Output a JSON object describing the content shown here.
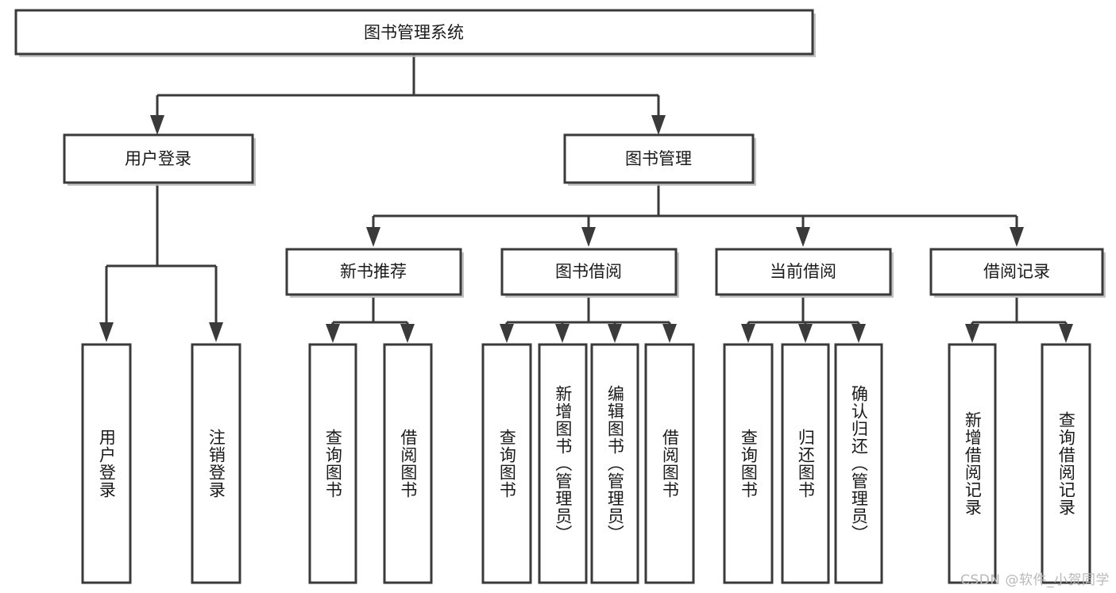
{
  "diagram": {
    "title": "图书管理系统",
    "type": "tree",
    "watermark": "CSDN @软件_小贺同学",
    "colors": {
      "box_stroke": "#3a3a3a",
      "box_fill": "#ffffff",
      "connector": "#3a3a3a",
      "text": "#1a1a1a",
      "watermark": "#b9b9b9",
      "background": "#ffffff"
    },
    "root": {
      "label": "图书管理系统"
    },
    "level2": [
      {
        "label": "用户登录"
      },
      {
        "label": "图书管理"
      }
    ],
    "level3": [
      {
        "label": "新书推荐"
      },
      {
        "label": "图书借阅"
      },
      {
        "label": "当前借阅"
      },
      {
        "label": "借阅记录"
      }
    ],
    "leaves": [
      {
        "label": "用户登录",
        "parent": "用户登录"
      },
      {
        "label": "注销登录",
        "parent": "用户登录"
      },
      {
        "label": "查询图书",
        "parent": "新书推荐"
      },
      {
        "label": "借阅图书",
        "parent": "新书推荐"
      },
      {
        "label": "查询图书",
        "parent": "图书借阅"
      },
      {
        "label": "新增图书（管理员）",
        "parent": "图书借阅"
      },
      {
        "label": "编辑图书（管理员）",
        "parent": "图书借阅"
      },
      {
        "label": "借阅图书",
        "parent": "图书借阅"
      },
      {
        "label": "查询图书",
        "parent": "当前借阅"
      },
      {
        "label": "归还图书",
        "parent": "当前借阅"
      },
      {
        "label": "确认归还（管理员）",
        "parent": "当前借阅"
      },
      {
        "label": "新增借阅记录",
        "parent": "借阅记录"
      },
      {
        "label": "查询借阅记录",
        "parent": "借阅记录"
      }
    ]
  }
}
